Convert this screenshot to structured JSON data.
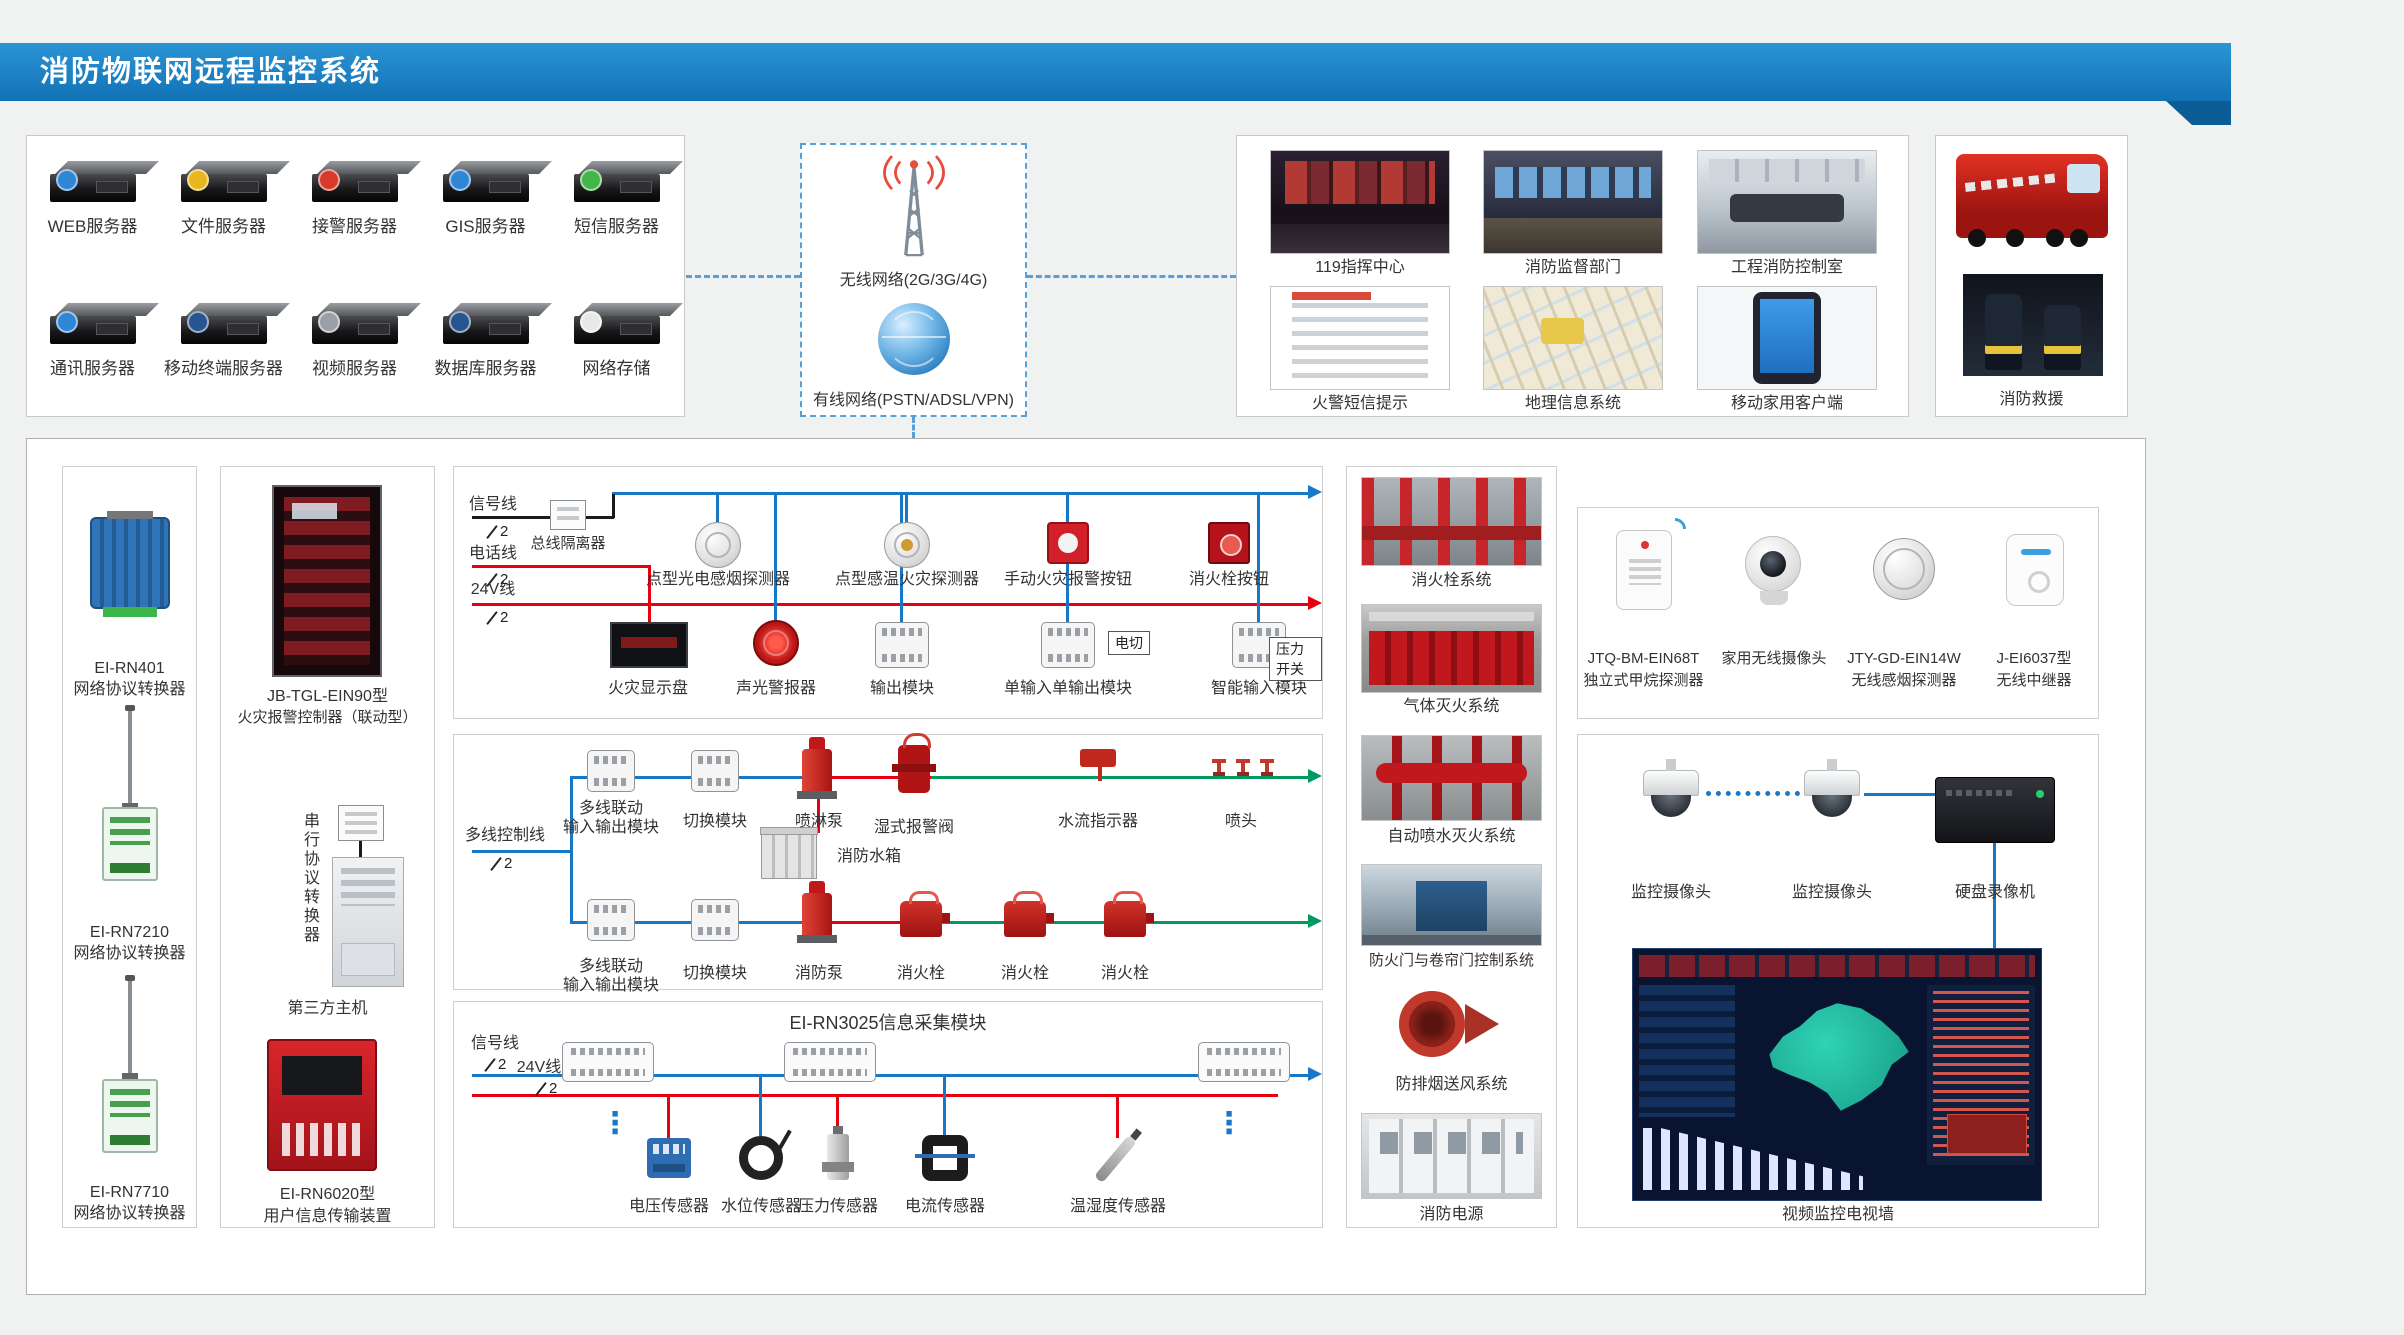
{
  "page": {
    "title": "消防物联网远程监控系统"
  },
  "colors": {
    "accent_blue": "#1272b6",
    "line_blue": "#1778c8",
    "line_red": "#e60012",
    "line_green": "#009a5f",
    "line_black": "#1a1a1a"
  },
  "servers": {
    "items": [
      "WEB服务器",
      "文件服务器",
      "接警服务器",
      "GIS服务器",
      "短信服务器",
      "通讯服务器",
      "移动终端服务器",
      "视频服务器",
      "数据库服务器",
      "网络存储"
    ]
  },
  "network": {
    "wireless": "无线网络(2G/3G/4G)",
    "wired": "有线网络(PSTN/ADSL/VPN)"
  },
  "clients": {
    "items": [
      "119指挥中心",
      "消防监督部门",
      "工程消防控制室",
      "火警短信提示",
      "地理信息系统",
      "移动家用客户端"
    ]
  },
  "rescue": {
    "label": "消防救援"
  },
  "protocol_converters": {
    "items": [
      {
        "model": "EI-RN401",
        "name": "网络协议转换器"
      },
      {
        "model": "EI-RN7210",
        "name": "网络协议转换器"
      },
      {
        "model": "EI-RN7710",
        "name": "网络协议转换器"
      }
    ]
  },
  "control_column": {
    "alarm_controller_model": "JB-TGL-EIN90型",
    "alarm_controller_name": "火灾报警控制器（联动型）",
    "serial_converter": "串行协议转换器",
    "third_party_host": "第三方主机",
    "transmitter_model": "EI-RN6020型",
    "transmitter_name": "用户信息传输装置"
  },
  "bus_section": {
    "signal_line": "信号线",
    "isolator": "总线隔离器",
    "phone_line": "电话线",
    "power_line": "24V线",
    "pair_count": "2",
    "devices_row1": [
      "点型光电感烟探测器",
      "点型感温火灾探测器",
      "手动火灾报警按钮",
      "消火栓按钮"
    ],
    "devices_row2": [
      "火灾显示盘",
      "声光警报器",
      "输出模块",
      "单输入单输出模块",
      "智能输入模块"
    ],
    "tag_electric": "电切",
    "tag_pressure": "压力开关"
  },
  "multiline_section": {
    "control_line": "多线控制线",
    "pair_count": "2",
    "row_top": [
      "多线联动\n输入输出模块",
      "切换模块",
      "喷淋泵",
      "湿式报警阀",
      "水流指示器",
      "喷头"
    ],
    "water_tank": "消防水箱",
    "row_bottom": [
      "多线联动\n输入输出模块",
      "切换模块",
      "消防泵",
      "消火栓",
      "消火栓",
      "消火栓"
    ]
  },
  "collect_section": {
    "title": "EI-RN3025信息采集模块",
    "signal_line": "信号线",
    "power_line": "24V线",
    "pair_count": "2",
    "sensors": [
      "电压传感器",
      "水位传感器",
      "压力传感器",
      "电流传感器",
      "温湿度传感器"
    ]
  },
  "subsystems": {
    "items": [
      "消火栓系统",
      "气体灭火系统",
      "自动喷水灭火系统",
      "防火门与卷帘门控制系统",
      "防排烟送风系统",
      "消防电源"
    ]
  },
  "wireless_devices": {
    "items": [
      {
        "model": "JTQ-BM-EIN68T",
        "name": "独立式甲烷探测器"
      },
      {
        "name": "家用无线摄像头"
      },
      {
        "model": "JTY-GD-EIN14W",
        "name": "无线感烟探测器"
      },
      {
        "model": "J-EI6037型",
        "name": "无线中继器"
      }
    ]
  },
  "video_section": {
    "items": [
      "监控摄像头",
      "监控摄像头",
      "硬盘录像机"
    ],
    "wall_label": "视频监控电视墙"
  }
}
